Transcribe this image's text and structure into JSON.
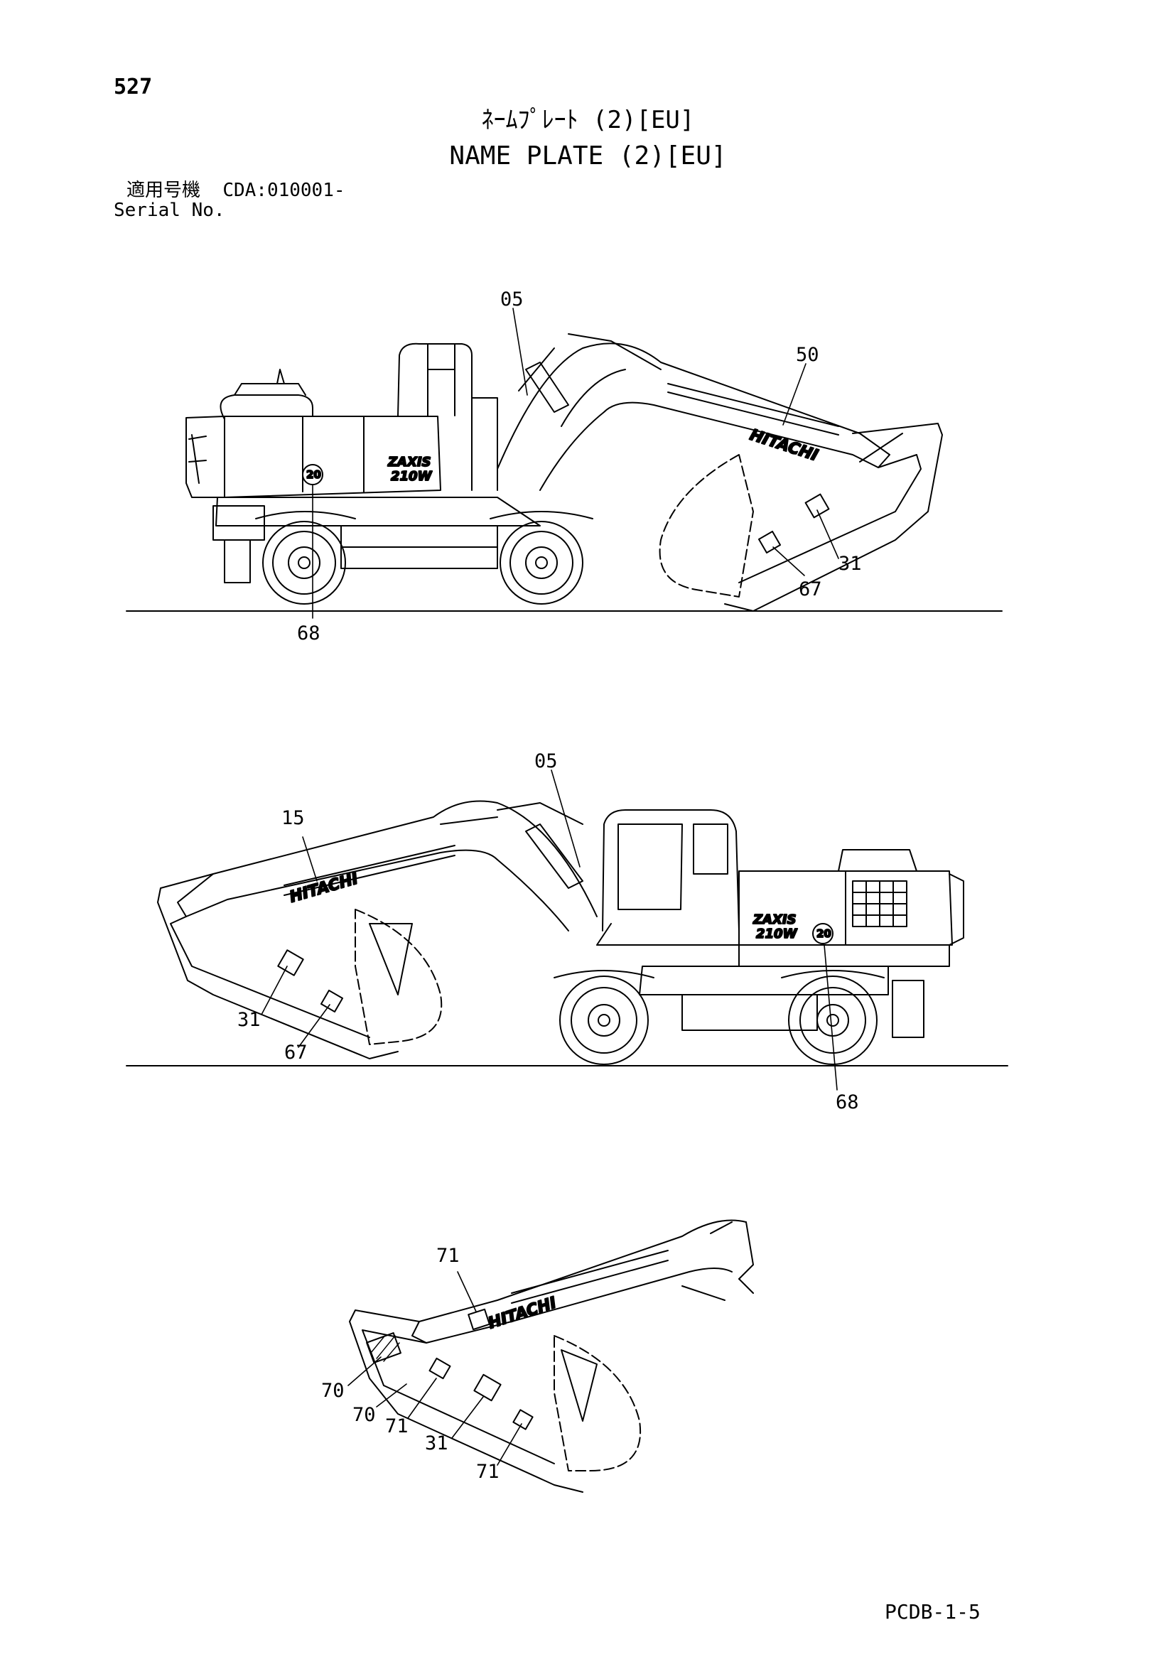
{
  "header": {
    "page_number": "527",
    "title_jp": "ﾈｰﾑﾌﾟﾚｰﾄ (2)[EU]",
    "title_en": "NAME PLATE (2)[EU]",
    "serial_label_jp": "適用号機",
    "serial_value": "CDA:010001-",
    "serial_label_en": "Serial No."
  },
  "machine_markings": {
    "brand": "HITACHI",
    "model_line1": "ZAXIS",
    "model_line2": "210W",
    "plate": "20"
  },
  "views": [
    {
      "name": "left-side-view",
      "callouts": [
        "05",
        "50",
        "31",
        "67",
        "68"
      ]
    },
    {
      "name": "right-side-view",
      "callouts": [
        "05",
        "15",
        "31",
        "67",
        "68"
      ]
    },
    {
      "name": "front-attachment-view",
      "callouts": [
        "71",
        "70",
        "70",
        "71",
        "31",
        "71"
      ]
    }
  ],
  "footer": {
    "code": "PCDB-1-5"
  },
  "colors": {
    "ink": "#000000",
    "paper": "#ffffff"
  }
}
